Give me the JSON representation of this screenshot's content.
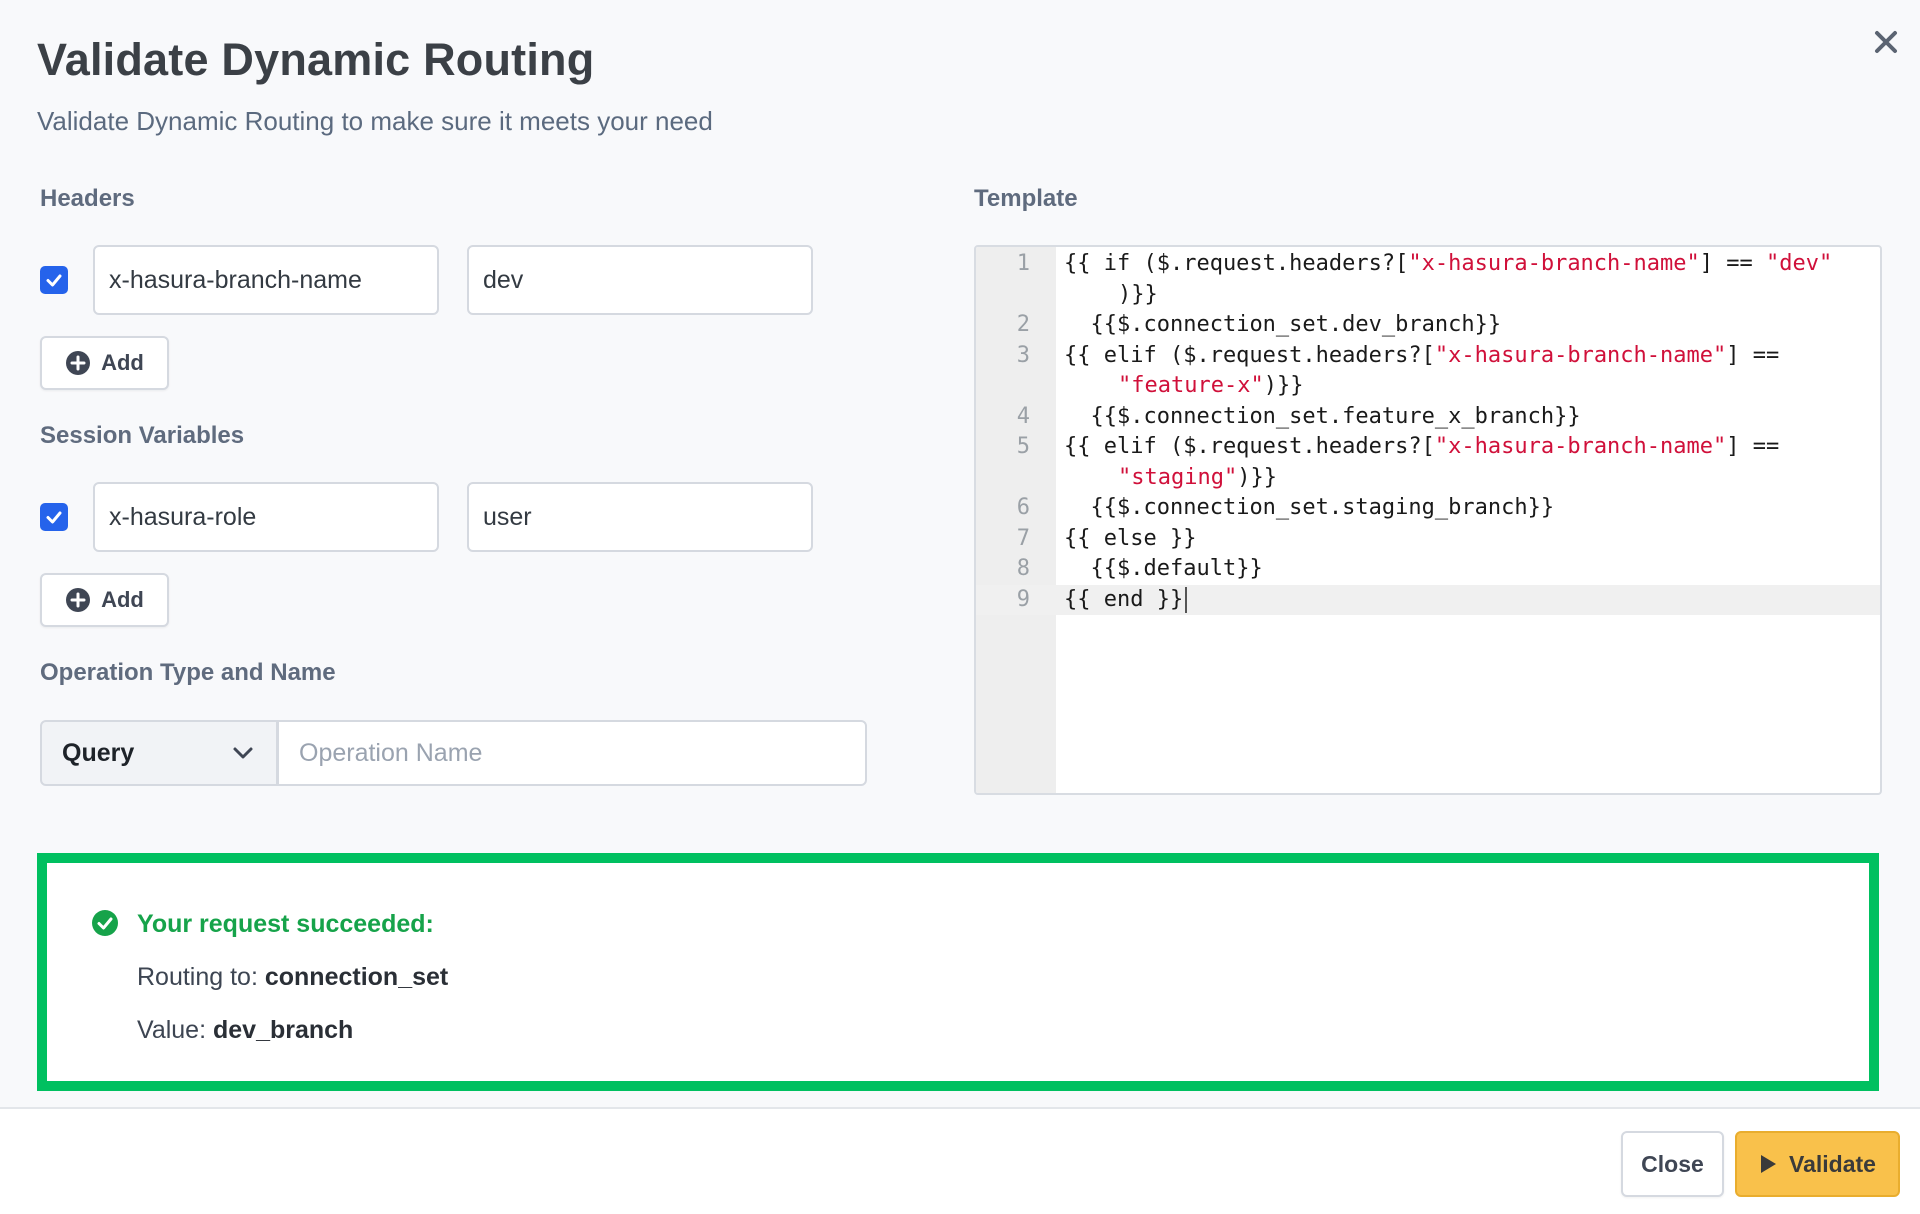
{
  "modal": {
    "title": "Validate Dynamic Routing",
    "subtitle": "Validate Dynamic Routing to make sure it meets your need"
  },
  "headers": {
    "label": "Headers",
    "rows": [
      {
        "checked": true,
        "key": "x-hasura-branch-name",
        "value": "dev"
      }
    ],
    "add_label": "Add"
  },
  "session_variables": {
    "label": "Session Variables",
    "rows": [
      {
        "checked": true,
        "key": "x-hasura-role",
        "value": "user"
      }
    ],
    "add_label": "Add"
  },
  "operation": {
    "label": "Operation Type and Name",
    "type_selected": "Query",
    "name_placeholder": "Operation Name"
  },
  "template": {
    "label": "Template",
    "line_numbers": [
      "1",
      "2",
      "3",
      "4",
      "5",
      "6",
      "7",
      "8",
      "9"
    ],
    "lines": {
      "l1a": "{{ if ($.request.headers?[",
      "l1s": "\"x-hasura-branch-name\"",
      "l1b": "] == ",
      "l1s2": "\"dev\"",
      "l1c": ")}}",
      "l2": "  {{$.connection_set.dev_branch}}",
      "l3a": "{{ elif ($.request.headers?[",
      "l3s": "\"x-hasura-branch-name\"",
      "l3b": "] ==",
      "l3s2": "\"feature-x\"",
      "l3c": ")}}",
      "l4": "  {{$.connection_set.feature_x_branch}}",
      "l5a": "{{ elif ($.request.headers?[",
      "l5s": "\"x-hasura-branch-name\"",
      "l5b": "] ==",
      "l5s2": "\"staging\"",
      "l5c": ")}}",
      "l6": "  {{$.connection_set.staging_branch}}",
      "l7": "{{ else }}",
      "l8": "  {{$.default}}",
      "l9": "{{ end }}"
    }
  },
  "result": {
    "status": "Your request succeeded:",
    "routing_label": "Routing to: ",
    "routing_value": "connection_set",
    "value_label": "Value: ",
    "value_value": "dev_branch"
  },
  "footer": {
    "close_label": "Close",
    "validate_label": "Validate"
  },
  "colors": {
    "accent_checkbox": "#2563eb",
    "success": "#00c060",
    "validate_button": "#f9c14b",
    "string_literal": "#d0103a"
  },
  "icons": [
    "close-icon",
    "check-icon",
    "plus-circle-icon",
    "chevron-down-icon",
    "success-check-icon",
    "play-icon"
  ]
}
